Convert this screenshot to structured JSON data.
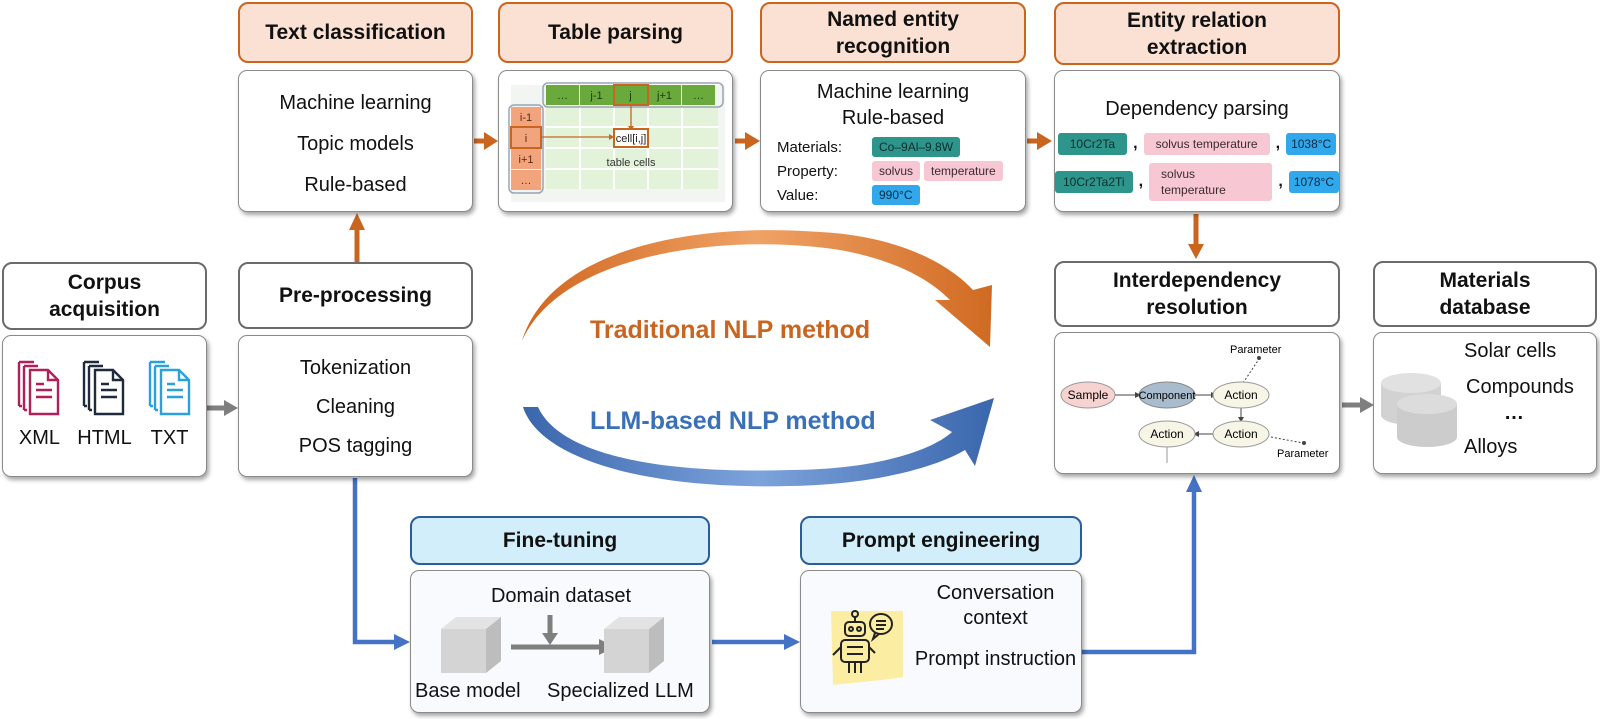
{
  "colors": {
    "orange": "#c9651f",
    "orange_fill": "#fbe1d3",
    "blue": "#4472c4",
    "blue_fill": "#d2eefa",
    "gray_arrow": "#7f7f7f",
    "teal_tag": "#2e958c",
    "pink_tag": "#f7c8d4",
    "blue_tag": "#31a7ec"
  },
  "corpus": {
    "title": "Corpus acquisition",
    "files": [
      {
        "icon": "xml-file-icon",
        "label": "XML",
        "color": "#b0205a"
      },
      {
        "icon": "html-file-icon",
        "label": "HTML",
        "color": "#1f2a3a"
      },
      {
        "icon": "txt-file-icon",
        "label": "TXT",
        "color": "#2aa0dc"
      }
    ]
  },
  "preprocessing": {
    "title": "Pre-processing",
    "items": [
      "Tokenization",
      "Cleaning",
      "POS tagging"
    ]
  },
  "text_classification": {
    "title": "Text classification",
    "items": [
      "Machine learning",
      "Topic models",
      "Rule-based"
    ]
  },
  "table_parsing": {
    "title": "Table parsing",
    "col_headers": [
      "…",
      "j-1",
      "j",
      "j+1",
      "…"
    ],
    "row_headers": [
      "i-1",
      "i",
      "i+1",
      "…"
    ],
    "cell_label": "cell[i,j]",
    "cells_caption": "table cells"
  },
  "ner": {
    "title": "Named entity recognition",
    "methods": [
      "Machine learning",
      "Rule-based"
    ],
    "rows": [
      {
        "label": "Materials:",
        "tags": [
          {
            "text": "Co–9Al–9.8W",
            "type": "teal"
          }
        ]
      },
      {
        "label": "Property:",
        "tags": [
          {
            "text": "solvus",
            "type": "pink"
          },
          {
            "text": "temperature",
            "type": "pink"
          }
        ]
      },
      {
        "label": "Value:",
        "tags": [
          {
            "text": "990°C",
            "type": "blue"
          }
        ]
      }
    ]
  },
  "relation": {
    "title": "Entity relation extraction",
    "method": "Dependency parsing",
    "separator": ",",
    "triples": [
      {
        "material": "10Cr2Ta",
        "property": "solvus temperature",
        "value": "1038°C"
      },
      {
        "material": "10Cr2Ta2Ti",
        "property": "solvus temperature",
        "value": "1078°C"
      }
    ]
  },
  "interdependency": {
    "title": "Interdependency resolution",
    "nodes": {
      "sample": "Sample",
      "component": "Component",
      "action1": "Action",
      "action2": "Action",
      "action3": "Action",
      "param1": "Parameter",
      "param2": "Parameter"
    }
  },
  "database": {
    "title": "Materials database",
    "items": [
      "Solar cells",
      "Compounds",
      "…",
      "Alloys"
    ]
  },
  "methods": {
    "traditional": "Traditional NLP method",
    "llm": "LLM-based NLP method"
  },
  "finetuning": {
    "title": "Fine-tuning",
    "dataset": "Domain dataset",
    "base": "Base model",
    "specialized": "Specialized LLM"
  },
  "prompt": {
    "title": "Prompt engineering",
    "items": [
      "Conversation context",
      "Prompt instruction"
    ]
  }
}
